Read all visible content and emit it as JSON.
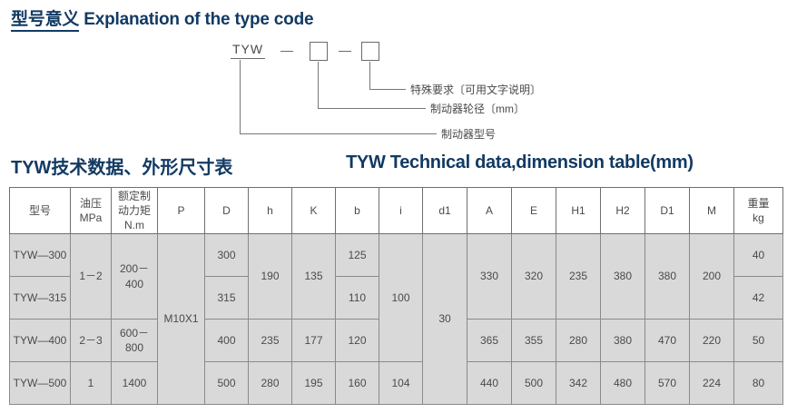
{
  "type_code_section": {
    "heading_cn": "型号意义",
    "heading_en": "Explanation of the type code",
    "code_prefix": "TYW",
    "dash": "—",
    "annotations": {
      "special": "特殊要求〔可用文字说明〕",
      "diameter": "制动器轮径〔mm〕",
      "model": "制动器型号"
    }
  },
  "tech_section": {
    "heading_cn": "TYW技术数据、外形尺寸表",
    "heading_en": "TYW Technical data,dimension table(mm)"
  },
  "table": {
    "headers": [
      {
        "lines": [
          "型号"
        ]
      },
      {
        "lines": [
          "油压",
          "MPa"
        ]
      },
      {
        "lines": [
          "额定制",
          "动力矩",
          "N.m"
        ]
      },
      {
        "lines": [
          "P"
        ]
      },
      {
        "lines": [
          "D"
        ]
      },
      {
        "lines": [
          "h"
        ]
      },
      {
        "lines": [
          "K"
        ]
      },
      {
        "lines": [
          "b"
        ]
      },
      {
        "lines": [
          "i"
        ]
      },
      {
        "lines": [
          "d1"
        ]
      },
      {
        "lines": [
          "A"
        ]
      },
      {
        "lines": [
          "E"
        ]
      },
      {
        "lines": [
          "H1"
        ]
      },
      {
        "lines": [
          "H2"
        ]
      },
      {
        "lines": [
          "D1"
        ]
      },
      {
        "lines": [
          "M"
        ]
      },
      {
        "lines": [
          "重量",
          "kg"
        ]
      }
    ],
    "rows": [
      {
        "model": "TYW—300",
        "pressure": "1－2",
        "torque": "200－400",
        "P": "M10X1",
        "D": "300",
        "h": "190",
        "K": "135",
        "b": "125",
        "i": "100",
        "d1": "30",
        "A": "330",
        "E": "320",
        "H1": "235",
        "H2": "380",
        "D1": "380",
        "M": "200",
        "weight": "40"
      },
      {
        "model": "TYW—315",
        "D": "315",
        "b": "110",
        "weight": "42"
      },
      {
        "model": "TYW—400",
        "pressure": "2－3",
        "torque": "600－800",
        "D": "400",
        "h": "235",
        "K": "177",
        "b": "120",
        "A": "365",
        "E": "355",
        "H1": "280",
        "H2": "380",
        "D1": "470",
        "M": "220",
        "weight": "50"
      },
      {
        "model": "TYW—500",
        "pressure": "1",
        "torque": "1400",
        "D": "500",
        "h": "280",
        "K": "195",
        "b": "160",
        "i": "104",
        "A": "440",
        "E": "500",
        "H1": "342",
        "H2": "480",
        "D1": "570",
        "M": "224",
        "weight": "80"
      }
    ]
  },
  "colors": {
    "heading": "#123a63",
    "table_text": "#4a4a4a",
    "cell_fill": "#d9d9d9",
    "border": "#6f6f6f"
  }
}
